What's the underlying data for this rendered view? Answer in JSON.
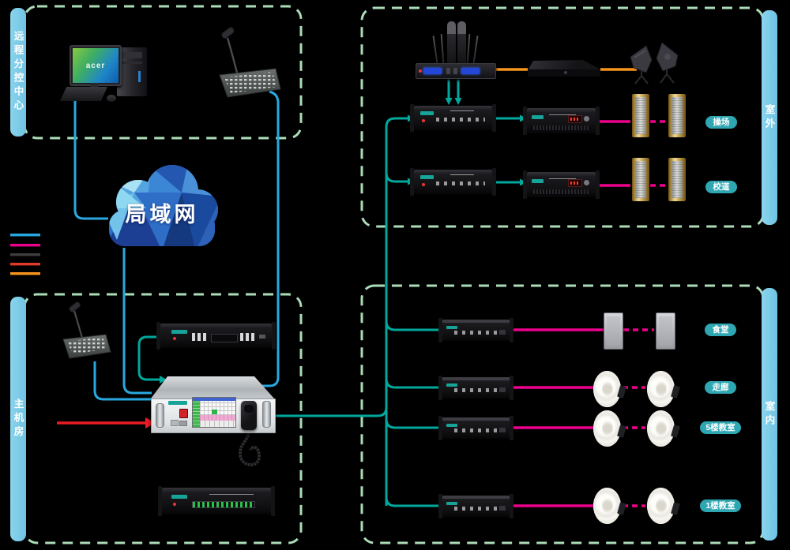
{
  "sections": {
    "remote_center": {
      "label": "远程分控中心"
    },
    "main_room": {
      "label": "主机房"
    },
    "outdoor": {
      "label": "室外"
    },
    "indoor": {
      "label": "室内"
    }
  },
  "cloud": {
    "label": "局域网"
  },
  "computer": {
    "monitor_brand": "acer"
  },
  "zones": {
    "outdoor": [
      {
        "label": "操场"
      },
      {
        "label": "校道"
      }
    ],
    "indoor": [
      {
        "label": "食堂"
      },
      {
        "label": "走廊"
      },
      {
        "label": "5楼教室"
      },
      {
        "label": "1楼教室"
      }
    ]
  },
  "legend": {
    "lines": [
      "#29A8E0",
      "#EC008C",
      "#3E3E40",
      "#E03A2B",
      "#F7941E"
    ]
  },
  "colors": {
    "background": "#000000",
    "lan_line": "#29A8E0",
    "audio_line": "#00A79D",
    "speaker_line": "#EC008C",
    "rf_line": "#F7941E",
    "alert_line": "#ED1C24",
    "section_border": "#ABDCB8",
    "section_bar": "#7CCDE8",
    "zone_pill": "#2FA7B3",
    "cloud_blue": "#2E6EC7"
  }
}
